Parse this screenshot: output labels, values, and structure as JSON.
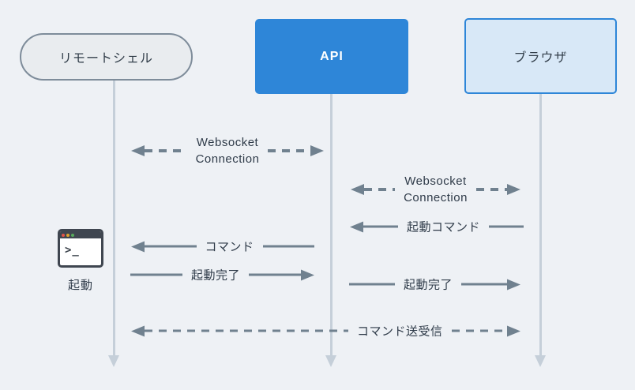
{
  "colors": {
    "background": "#eef1f5",
    "accent_blue": "#2e86d8",
    "browser_fill": "#d8e8f7",
    "pill_fill": "#e9ecef",
    "pill_border": "#7e8c9a",
    "arrow": "#70818f",
    "text": "#2f3b49",
    "lifeline": "#c5cfd9",
    "terminal_dark": "#3f4650",
    "dot_red": "#e2544a",
    "dot_yellow": "#dfa32f",
    "dot_green": "#57aa5c"
  },
  "actors": [
    {
      "id": "remote-shell",
      "label": "リモートシェル",
      "shape": "pill"
    },
    {
      "id": "api",
      "label": "API",
      "shape": "solid-rect"
    },
    {
      "id": "browser",
      "label": "ブラウザ",
      "shape": "outlined-rect"
    }
  ],
  "messages": [
    {
      "lines": [
        "Websocket",
        "Connection"
      ],
      "from": "remote-shell",
      "to": "api",
      "style": "dashed",
      "direction": "both"
    },
    {
      "lines": [
        "Websocket",
        "Connection"
      ],
      "from": "api",
      "to": "browser",
      "style": "dashed",
      "direction": "both"
    },
    {
      "label": "起動コマンド",
      "from": "browser",
      "to": "api",
      "style": "solid",
      "direction": "left"
    },
    {
      "label": "コマンド",
      "from": "api",
      "to": "remote-shell",
      "style": "solid",
      "direction": "left"
    },
    {
      "label": "起動完了",
      "from": "remote-shell",
      "to": "api",
      "style": "solid",
      "direction": "right"
    },
    {
      "label": "起動完了",
      "from": "api",
      "to": "browser",
      "style": "solid",
      "direction": "right"
    },
    {
      "label": "コマンド送受信",
      "from": "remote-shell",
      "to": "browser",
      "style": "dashed",
      "direction": "both"
    }
  ],
  "annotation": {
    "icon": "terminal-window-icon",
    "prompt": ">_",
    "label": "起動"
  }
}
